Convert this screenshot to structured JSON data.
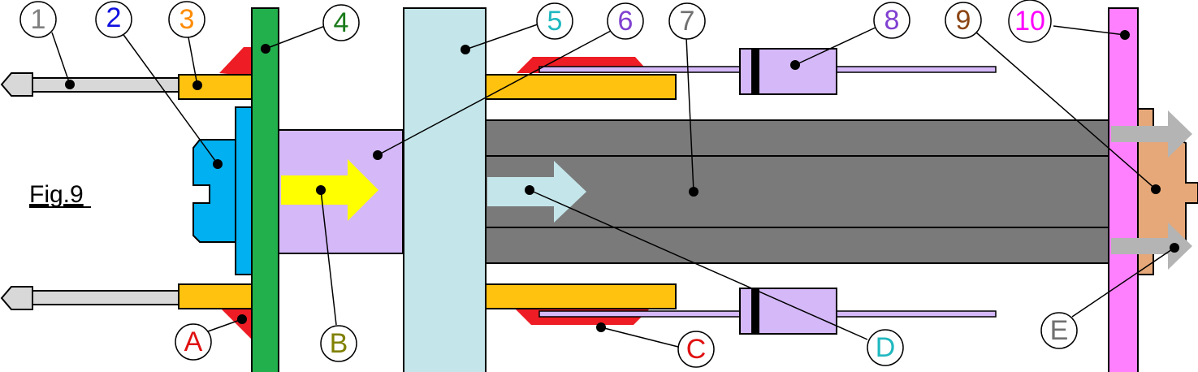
{
  "figure": {
    "label": "Fig.9"
  },
  "callouts": {
    "c1": {
      "text": "1",
      "color": "#808080"
    },
    "c2": {
      "text": "2",
      "color": "#1010e0"
    },
    "c3": {
      "text": "3",
      "color": "#ff8c00"
    },
    "c4": {
      "text": "4",
      "color": "#1a7a1a"
    },
    "c5": {
      "text": "5",
      "color": "#20b8c0"
    },
    "c6": {
      "text": "6",
      "color": "#8040d0"
    },
    "c7": {
      "text": "7",
      "color": "#707070"
    },
    "c8": {
      "text": "8",
      "color": "#8040d0"
    },
    "c9": {
      "text": "9",
      "color": "#8b4513"
    },
    "c10": {
      "text": "10",
      "color": "#ff00ff"
    },
    "cA": {
      "text": "A",
      "color": "#e01010"
    },
    "cB": {
      "text": "B",
      "color": "#808000"
    },
    "cC": {
      "text": "C",
      "color": "#e01010"
    },
    "cD": {
      "text": "D",
      "color": "#20b8c0"
    },
    "cE": {
      "text": "E",
      "color": "#707070"
    }
  },
  "colors": {
    "green_plate": "#22b04c",
    "light_blue_plate": "#c4e6ea",
    "magenta_plate": "#ff80ff",
    "orange_rod": "#ffc20e",
    "gray_pin": "#d8d8d8",
    "blue_cap": "#00b0f0",
    "lavender": "#d4b8f8",
    "red_seal": "#ee1c24",
    "dark_gray": "#7a7a7a",
    "tan": "#e6a878",
    "yellow_arrow": "#ffff00",
    "light_gray_arrow": "#b0b0b0"
  }
}
